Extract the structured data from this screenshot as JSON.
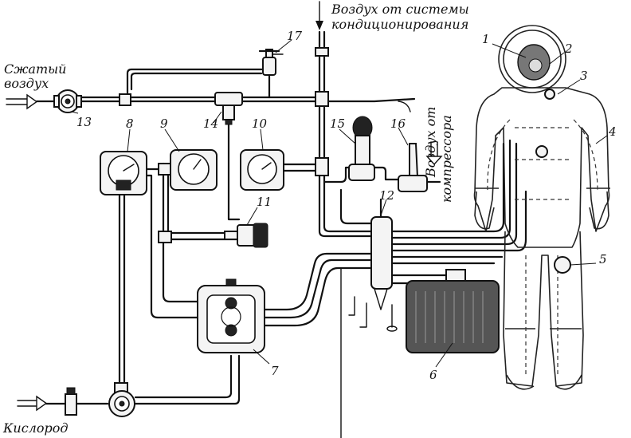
{
  "labels": {
    "air_from_conditioning_line1": "Воздух от системы",
    "air_from_conditioning_line2": "кондиционирования",
    "compressed_air_line1": "Сжатый",
    "compressed_air_line2": "воздух",
    "air_from_compressor_line1": "Воздух от",
    "air_from_compressor_line2": "компрессора",
    "oxygen": "Кислород"
  },
  "callouts": [
    "1",
    "2",
    "3",
    "4",
    "5",
    "6",
    "7",
    "8",
    "9",
    "10",
    "11",
    "12",
    "13",
    "14",
    "15",
    "16",
    "17"
  ]
}
